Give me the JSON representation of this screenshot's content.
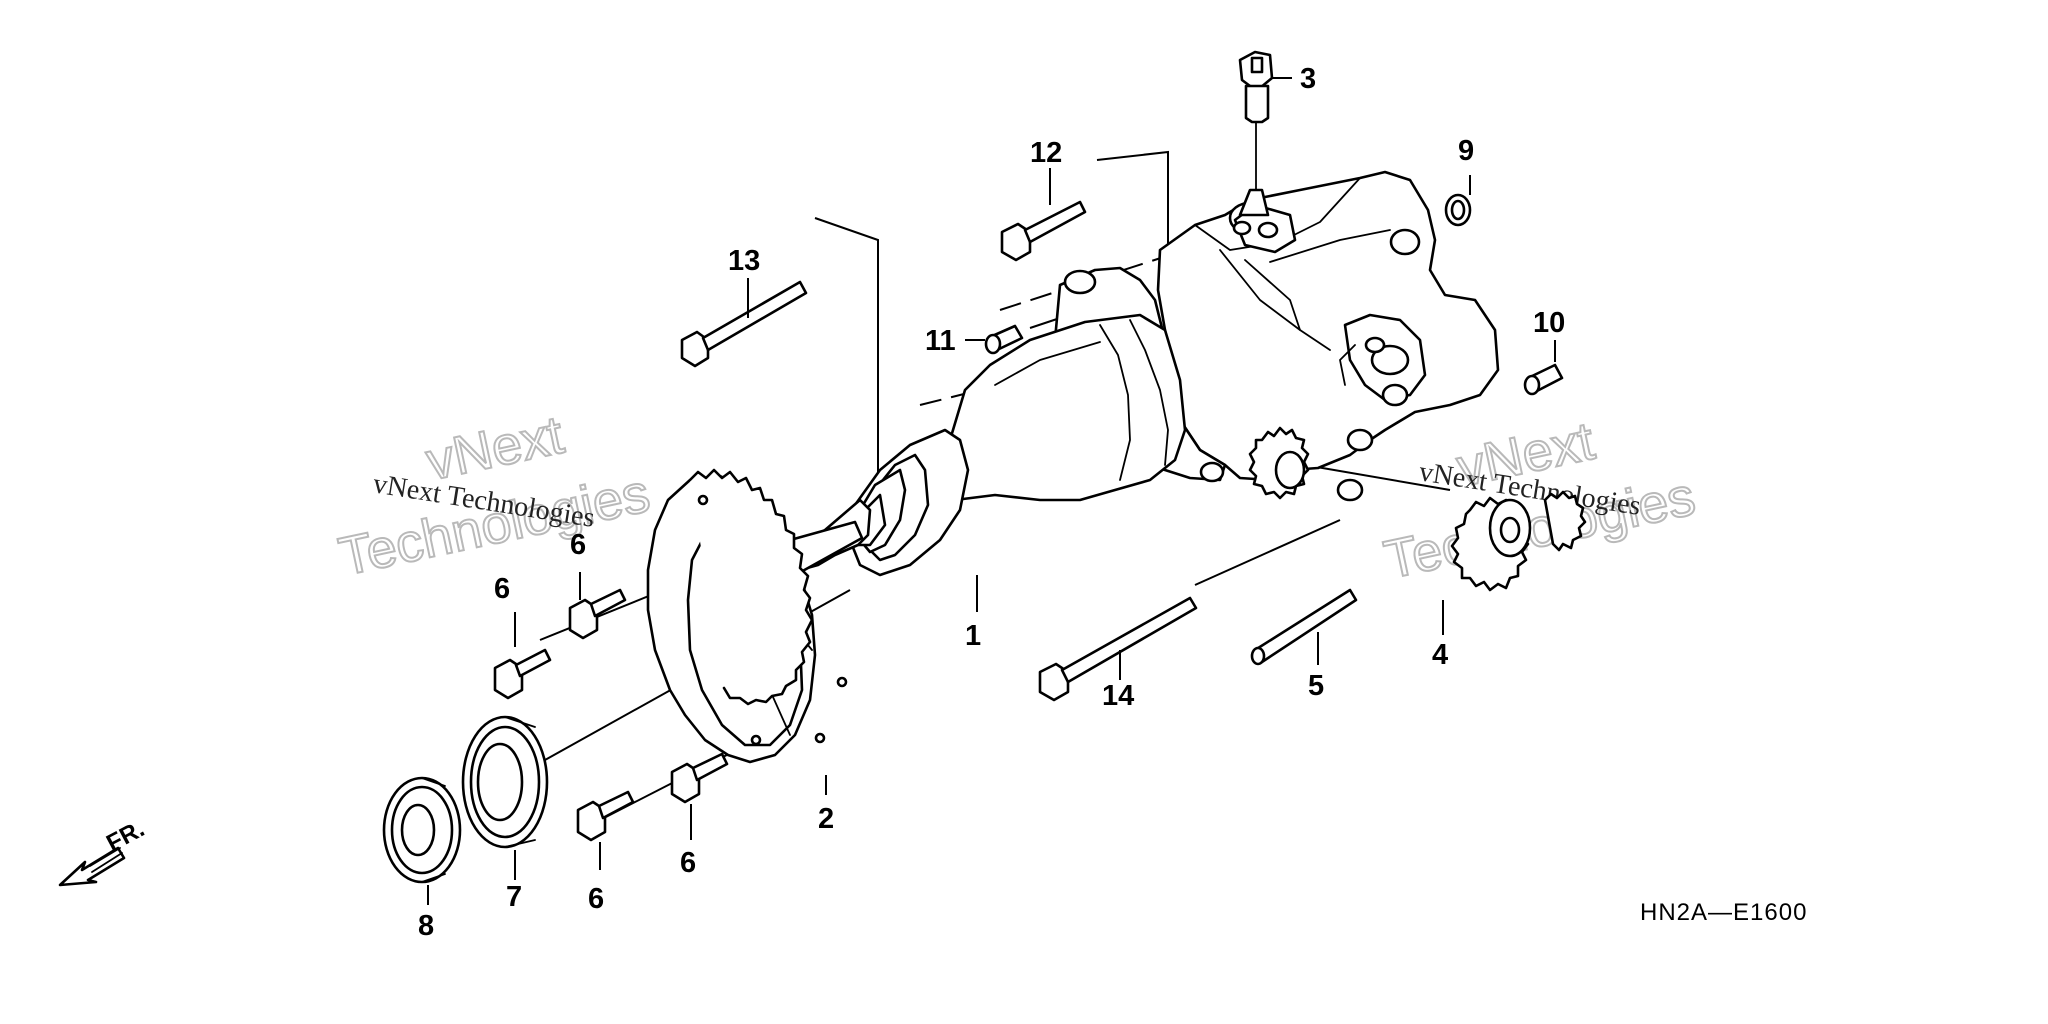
{
  "diagram": {
    "callouts": {
      "c1": "1",
      "c2": "2",
      "c3": "3",
      "c4": "4",
      "c5": "5",
      "c6a": "6",
      "c6b": "6",
      "c6c": "6",
      "c6d": "6",
      "c7": "7",
      "c8": "8",
      "c9": "9",
      "c10": "10",
      "c11": "11",
      "c12": "12",
      "c13": "13",
      "c14": "14"
    },
    "front_arrow_label": "FR.",
    "drawing_code": "HN2A—E1600",
    "watermarks": {
      "left_outline_1": "vNext",
      "left_outline_2": "Technologies",
      "left_plain": "vNext Technologies",
      "right_outline_1": "vNext",
      "right_outline_2": "Technologies",
      "right_plain": "vNext Technologies"
    }
  }
}
